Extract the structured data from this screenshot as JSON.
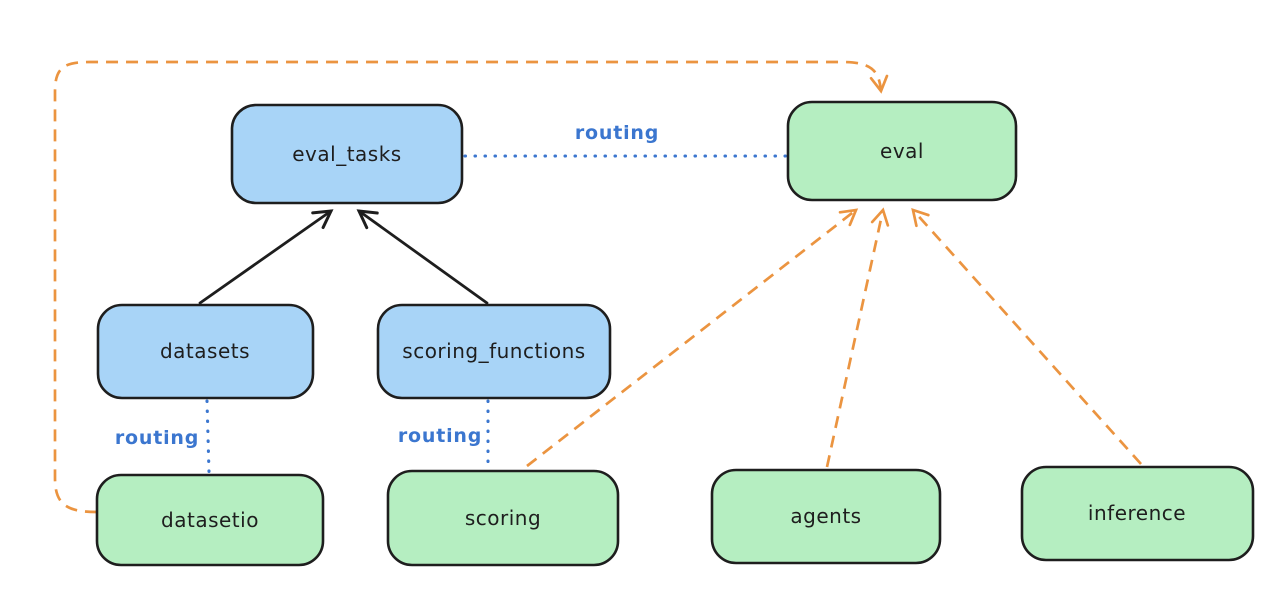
{
  "colors": {
    "background": "#ffffff",
    "node_stroke": "#1e1e1e",
    "blue_node_fill": "#a8d4f7",
    "green_node_fill": "#b5eec1",
    "orange_edge": "#eb9440",
    "routing_blue": "#3b76cf",
    "black_edge": "#1e1e1e"
  },
  "nodes": {
    "eval_tasks": {
      "label": "eval_tasks",
      "fill": "#a8d4f7"
    },
    "eval": {
      "label": "eval",
      "fill": "#b5eec1"
    },
    "datasets": {
      "label": "datasets",
      "fill": "#a8d4f7"
    },
    "scoring_functions": {
      "label": "scoring_functions",
      "fill": "#a8d4f7"
    },
    "datasetio": {
      "label": "datasetio",
      "fill": "#b5eec1"
    },
    "scoring": {
      "label": "scoring",
      "fill": "#b5eec1"
    },
    "agents": {
      "label": "agents",
      "fill": "#b5eec1"
    },
    "inference": {
      "label": "inference",
      "fill": "#b5eec1"
    }
  },
  "edge_labels": {
    "eval_tasks_eval": "routing",
    "datasets_datasetio": "routing",
    "scoring_functions_scoring": "routing"
  },
  "edges": [
    {
      "from": "datasets",
      "to": "eval_tasks",
      "style": "solid-black-arrow",
      "label": ""
    },
    {
      "from": "scoring_functions",
      "to": "eval_tasks",
      "style": "solid-black-arrow",
      "label": ""
    },
    {
      "from": "eval_tasks",
      "to": "eval",
      "style": "dotted-blue",
      "label": "routing"
    },
    {
      "from": "datasets",
      "to": "datasetio",
      "style": "dotted-blue",
      "label": "routing"
    },
    {
      "from": "scoring_functions",
      "to": "scoring",
      "style": "dotted-blue",
      "label": "routing"
    },
    {
      "from": "datasetio",
      "to": "eval",
      "style": "dashed-orange-arrow",
      "label": ""
    },
    {
      "from": "scoring",
      "to": "eval",
      "style": "dashed-orange-arrow",
      "label": ""
    },
    {
      "from": "agents",
      "to": "eval",
      "style": "dashed-orange-arrow",
      "label": ""
    },
    {
      "from": "inference",
      "to": "eval",
      "style": "dashed-orange-arrow",
      "label": ""
    }
  ]
}
